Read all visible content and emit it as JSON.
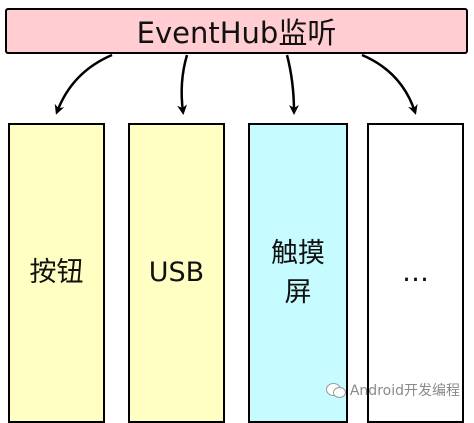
{
  "header": {
    "label": "EventHub监听"
  },
  "boxes": [
    {
      "label": "按钮",
      "fill": "#ffffc4"
    },
    {
      "label": "USB",
      "fill": "#ffffc4"
    },
    {
      "label": "触摸屏",
      "fill": "#c6fcff"
    },
    {
      "label": "…",
      "fill": "#ffffff"
    }
  ],
  "colors": {
    "header_fill": "#ffcdd2",
    "stroke": "#000000"
  },
  "watermark": {
    "text": "Android开发编程",
    "icon": "wechat-icon"
  }
}
